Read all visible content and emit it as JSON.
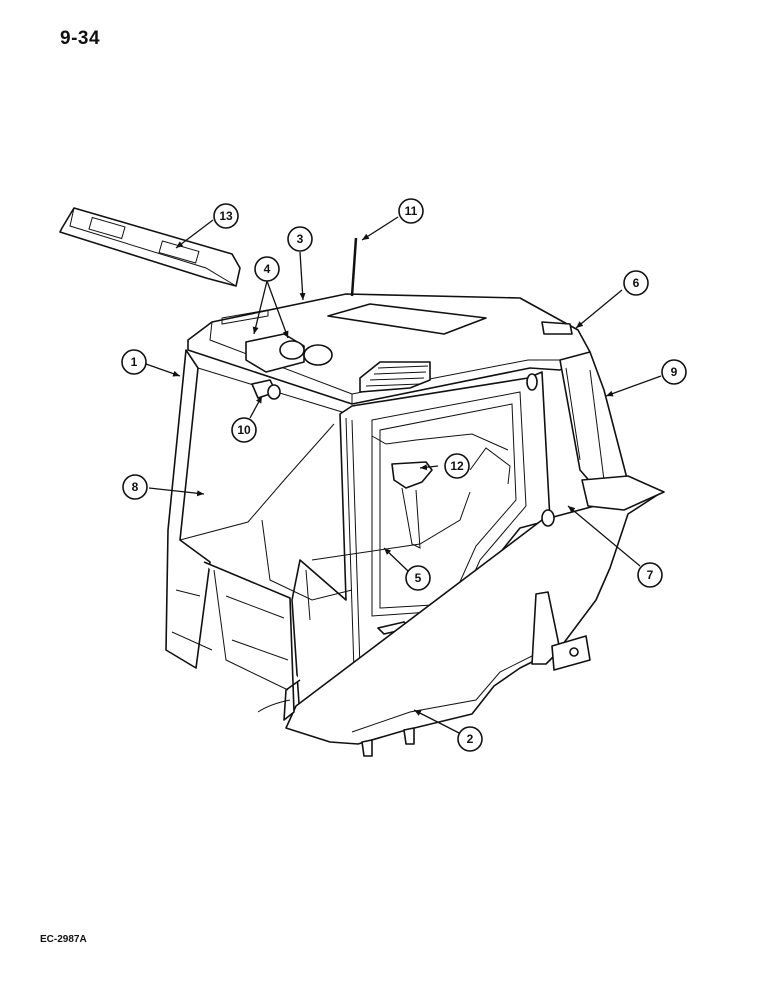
{
  "page": {
    "number": "9-34",
    "figure_code": "EC-2987A"
  },
  "callouts": [
    "1",
    "2",
    "3",
    "4",
    "5",
    "6",
    "7",
    "8",
    "9",
    "10",
    "11",
    "12",
    "13"
  ]
}
